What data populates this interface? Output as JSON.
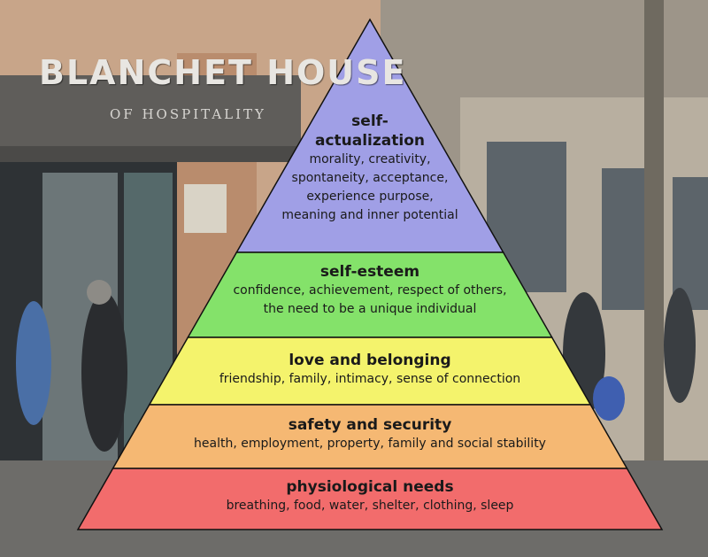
{
  "background": {
    "sign_main": "BLANCHET HOUSE",
    "sign_sub": "OF HOSPITALITY"
  },
  "pyramid": {
    "tiers": [
      {
        "title": "self-actualization",
        "title_lines": [
          "self-",
          "actualization"
        ],
        "description_lines": [
          "morality, creativity,",
          "spontaneity, acceptance,",
          "experience purpose,",
          "meaning and inner potential"
        ],
        "color": "#a09fe6"
      },
      {
        "title": "self-esteem",
        "description_lines": [
          "confidence, achievement, respect of others,",
          "the need to be a unique individual"
        ],
        "color": "#84e26a"
      },
      {
        "title": "love and belonging",
        "description_lines": [
          "friendship, family, intimacy, sense of connection"
        ],
        "color": "#f4f36c"
      },
      {
        "title": "safety and security",
        "description_lines": [
          "health, employment, property, family and social stability"
        ],
        "color": "#f5b873"
      },
      {
        "title": "physiological needs",
        "description_lines": [
          "breathing, food, water, shelter, clothing, sleep"
        ],
        "color": "#f26c6c"
      }
    ]
  }
}
